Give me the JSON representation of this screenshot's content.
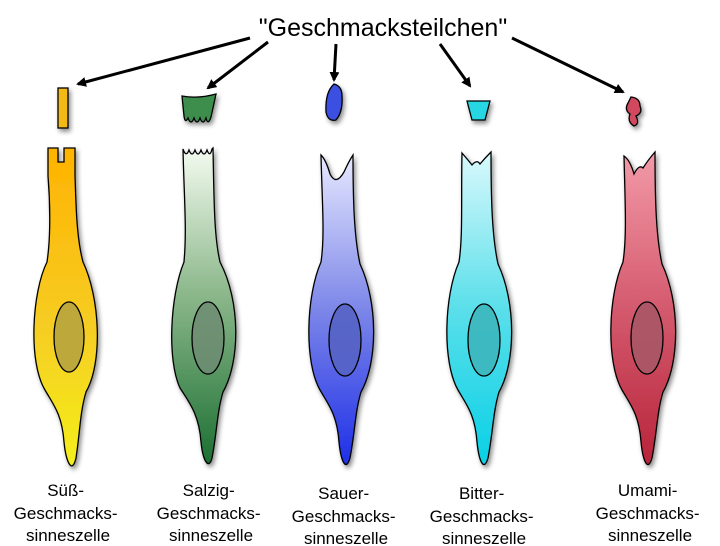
{
  "title": "\"Geschmacksteilchen\"",
  "cells": [
    {
      "line1": "Süß-",
      "line2": "Geschmacks-",
      "line3": "sinneszelle",
      "color": "#F5C518",
      "particle": "rect"
    },
    {
      "line1": "Salzig-",
      "line2": "Geschmacks-",
      "line3": "sinneszelle",
      "color": "#3E8E4E",
      "particle": "comb"
    },
    {
      "line1": "Sauer-",
      "line2": "Geschmacks-",
      "line3": "sinneszelle",
      "color": "#3A4FE0",
      "particle": "drop"
    },
    {
      "line1": "Bitter-",
      "line2": "Geschmacks-",
      "line3": "sinneszelle",
      "color": "#27D6E2",
      "particle": "trapezoid"
    },
    {
      "line1": "Umami-",
      "line2": "Geschmacks-",
      "line3": "sinneszelle",
      "color": "#D0485E",
      "particle": "blob"
    }
  ]
}
